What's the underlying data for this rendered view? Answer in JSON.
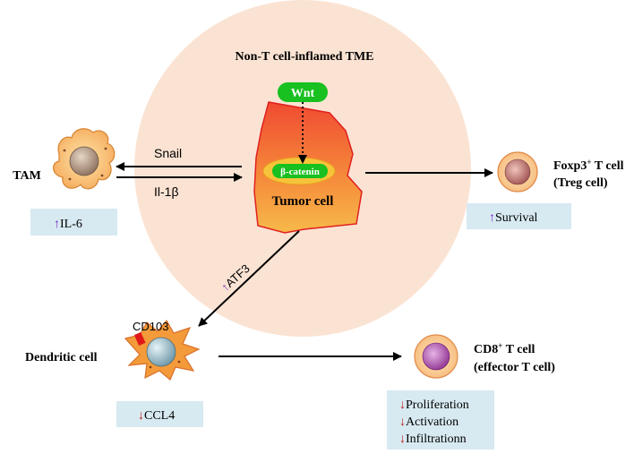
{
  "title": "Non-T cell-inflamed TME",
  "colors": {
    "tme_circle": "#fbe3d3",
    "wnt_green": "#18c020",
    "tumor_orange": "#f2703a",
    "tumor_yellow": "#f7b73a",
    "box_blue": "#d7e9f1",
    "up_arrow": "#7a2cc4",
    "down_arrow": "#c01818"
  },
  "wnt": {
    "label": "Wnt"
  },
  "tumor": {
    "inner_label": "β-catenin",
    "label": "Tumor cell"
  },
  "tam": {
    "label": "TAM",
    "box": {
      "arrow": "↑",
      "text": "IL-6"
    }
  },
  "tam_tumor_link": {
    "upper_label": "Snail",
    "lower_label": "Il-1β"
  },
  "treg": {
    "label_main": "Foxp3",
    "label_sup": "+",
    "label_tail": " T cell",
    "label_line2": "(Treg cell)",
    "box": {
      "arrow": "↑",
      "text": "Survival"
    }
  },
  "atf3": {
    "arrow": "↑",
    "text": "ATF3"
  },
  "dendritic": {
    "label": "Dendritic cell",
    "marker": "CD103",
    "box": {
      "arrow": "↓",
      "text": "CCL4"
    }
  },
  "cd8": {
    "label_main": "CD8",
    "label_sup": "+",
    "label_tail": " T cell",
    "label_line2": "(effector T cell)",
    "box_items": [
      {
        "arrow": "↓",
        "text": "Proliferation"
      },
      {
        "arrow": "↓",
        "text": "Activation"
      },
      {
        "arrow": "↓",
        "text": "Infiltrationn"
      }
    ]
  }
}
